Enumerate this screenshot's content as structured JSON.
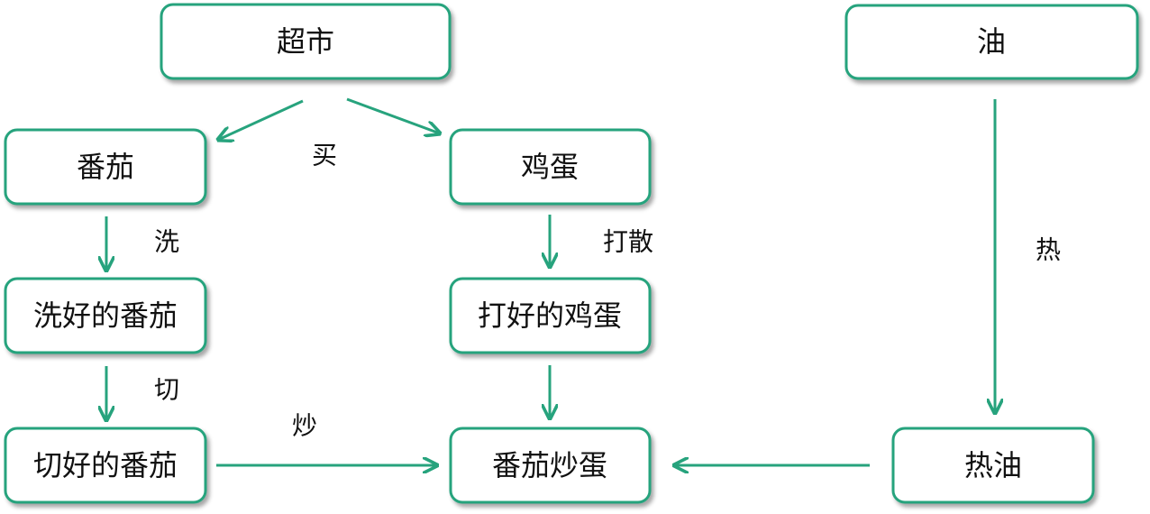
{
  "colors": {
    "node_border": "#27a37d",
    "arrow": "#27a37d",
    "text": "#111111",
    "background": "#ffffff"
  },
  "nodes": {
    "supermarket": "超市",
    "oil": "油",
    "tomato": "番茄",
    "egg": "鸡蛋",
    "washed_tomato": "洗好的番茄",
    "beaten_egg": "打好的鸡蛋",
    "cut_tomato": "切好的番茄",
    "tomato_egg": "番茄炒蛋",
    "hot_oil": "热油"
  },
  "edges": {
    "buy": "买",
    "wash": "洗",
    "beat": "打散",
    "cut": "切",
    "stir_fry": "炒",
    "heat": "热"
  }
}
